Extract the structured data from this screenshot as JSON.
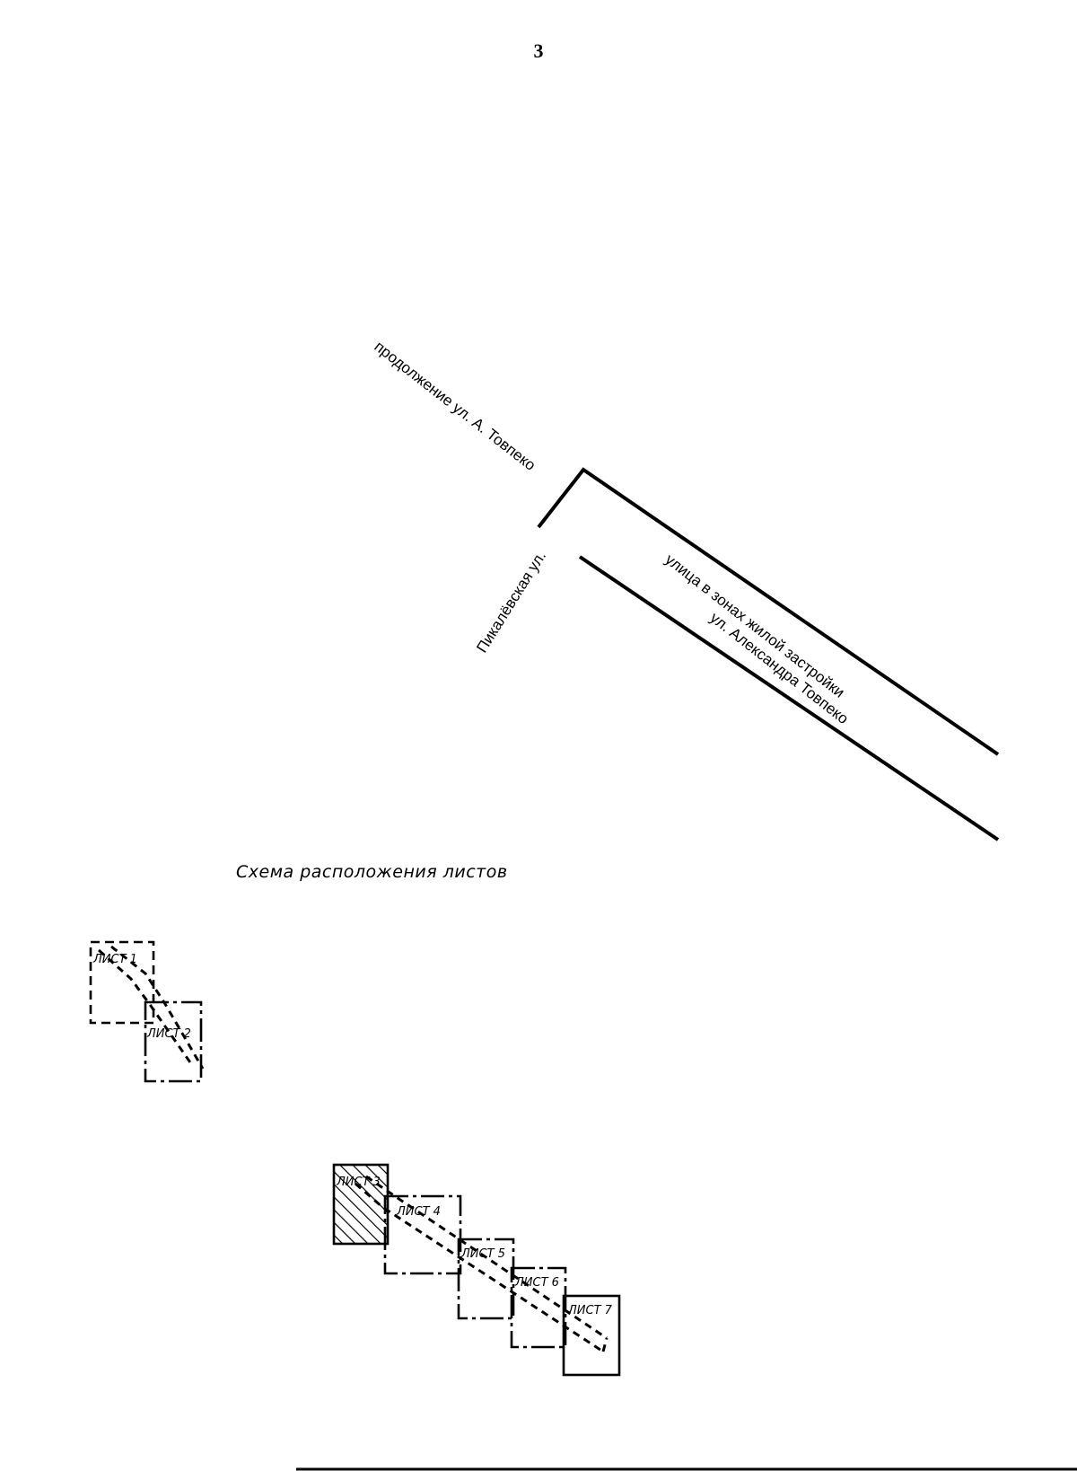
{
  "page": {
    "number": "3"
  },
  "streets": {
    "continuation_label": "продолжение ул. А. Товпеко",
    "pikalevskaya_label": "Пикалёвская ул.",
    "residential_label": "улица в зонах жилой застройки",
    "main_street_label": "ул. Александра Товпеко"
  },
  "sheet_scheme": {
    "title": "Схема расположения листов",
    "sheets": [
      {
        "id": "sheet-1",
        "label": "ЛИСТ 1"
      },
      {
        "id": "sheet-2",
        "label": "ЛИСТ 2"
      },
      {
        "id": "sheet-3",
        "label": "ЛИСТ 3",
        "highlighted": true
      },
      {
        "id": "sheet-4",
        "label": "ЛИСТ 4"
      },
      {
        "id": "sheet-5",
        "label": "ЛИСТ 5"
      },
      {
        "id": "sheet-6",
        "label": "ЛИСТ 6"
      },
      {
        "id": "sheet-7",
        "label": "ЛИСТ 7"
      }
    ]
  }
}
